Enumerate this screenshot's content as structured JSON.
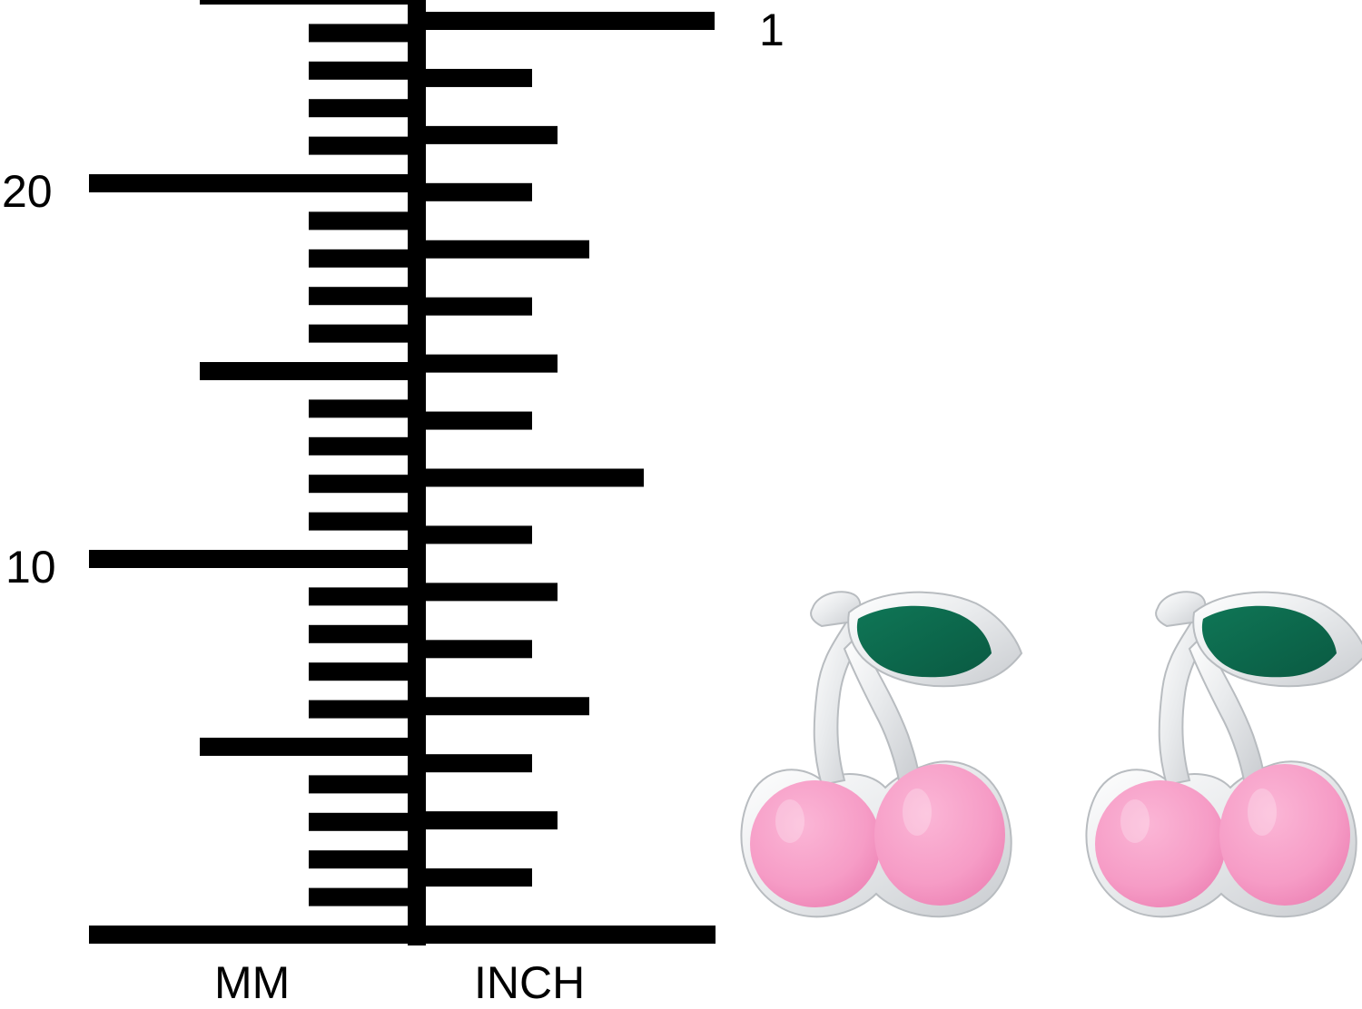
{
  "ruler": {
    "mm_label": "MM",
    "inch_label": "INCH",
    "mm_number_labels": [
      "20",
      "10"
    ],
    "inch_number_label": "1",
    "color": "#000000",
    "mm_ticks_per_side_visible": 25,
    "inch_ticks_visible": 16
  },
  "earrings": {
    "count": 2,
    "design": "cherry stud",
    "colors": {
      "cherry_pink": "#f7a3c9",
      "leaf_green": "#0d6a4e",
      "metal_silver": "#e4e6e8"
    }
  }
}
